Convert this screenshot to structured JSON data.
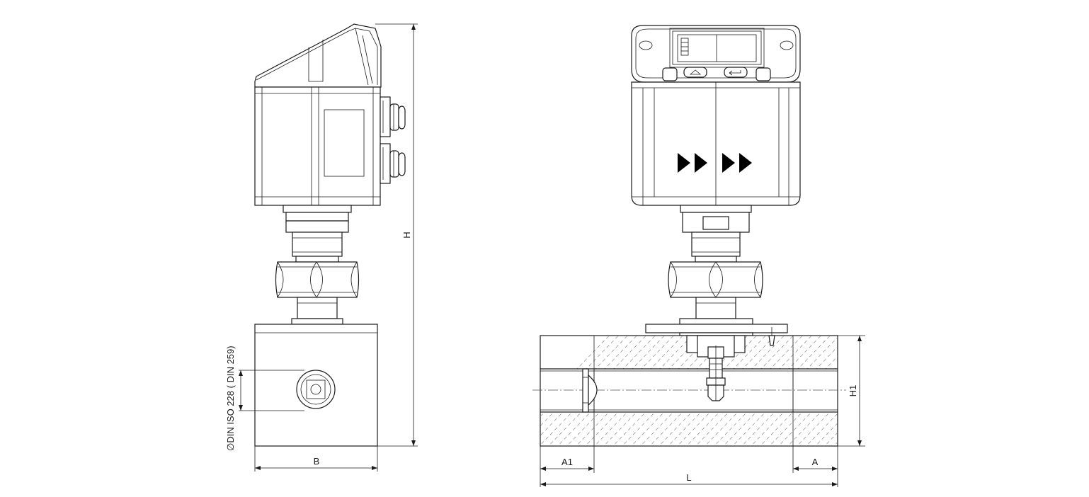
{
  "dimensions": {
    "H": "H",
    "H1": "H1",
    "B": "B",
    "A1": "A1",
    "A": "A",
    "L": "L",
    "diameter_note": "∅DIN ISO 228 ( DIN 259)"
  },
  "colors": {
    "line": "#1a1a1a",
    "hatch": "#777777",
    "background": "#ffffff",
    "flow_arrows": "#000000"
  },
  "icons": {
    "flow_direction": "triangle-right",
    "up_button": "triangle-up-icon",
    "enter_button": "enter-arrow-icon"
  }
}
